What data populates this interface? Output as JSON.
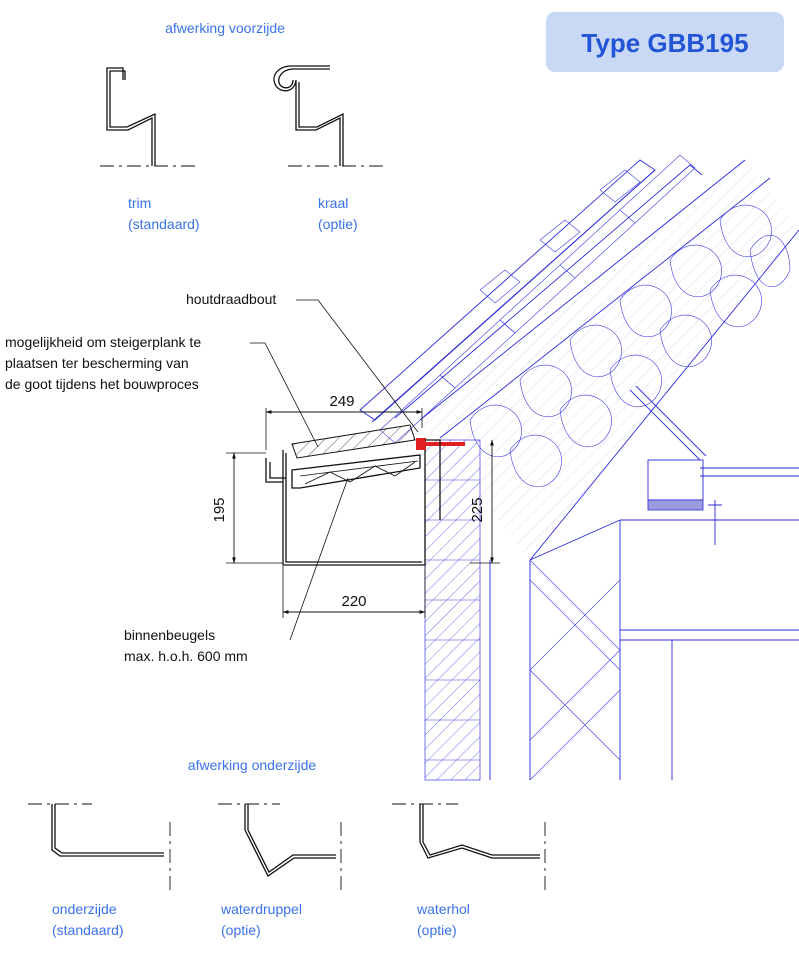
{
  "title": "Type GBB195",
  "colors": {
    "accent": "#2255d6",
    "title_bg": "#c8d8f5",
    "label_blue": "#3a72e8",
    "line_blue": "#2b2bd9",
    "bolt_red": "#e02020"
  },
  "front_finish": {
    "heading": "afwerking voorzijde",
    "options": [
      {
        "line1": "trim",
        "line2": "(standaard)"
      },
      {
        "line1": "kraal",
        "line2": "(optie)"
      }
    ]
  },
  "bottom_finish": {
    "heading": "afwerking onderzijde",
    "options": [
      {
        "line1": "onderzijde",
        "line2": "(standaard)"
      },
      {
        "line1": "waterdruppel",
        "line2": "(optie)"
      },
      {
        "line1": "waterhol",
        "line2": "(optie)"
      }
    ]
  },
  "callouts": {
    "bolt": "houtdraadbout",
    "plank_line1": "mogelijkheid om steigerplank te",
    "plank_line2": "plaatsen ter bescherming van",
    "plank_line3": "de goot tijdens het bouwproces",
    "brackets_line1": "binnenbeugels",
    "brackets_line2": "max. h.o.h. 600 mm"
  },
  "dimensions": {
    "top_width": "249",
    "height_left": "195",
    "height_right": "225",
    "bottom_width": "220"
  }
}
